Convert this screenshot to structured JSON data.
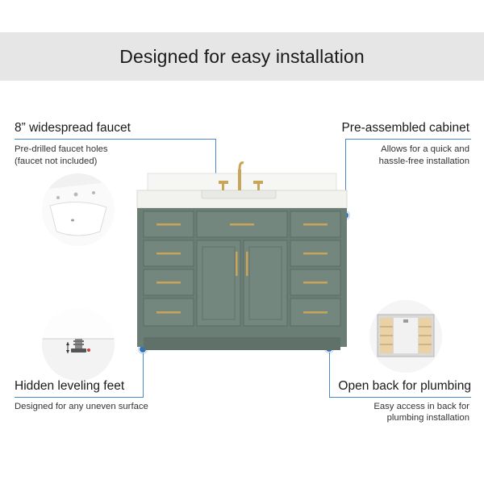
{
  "header": {
    "title": "Designed for easy installation"
  },
  "features": {
    "faucet": {
      "title": "8” widespread faucet",
      "desc_line1": "Pre-drilled faucet holes",
      "desc_line2": "(faucet not included)"
    },
    "cabinet": {
      "title": "Pre-assembled cabinet",
      "desc_line1": "Allows for  a quick and",
      "desc_line2": "hassle-free installation"
    },
    "feet": {
      "title": "Hidden leveling feet",
      "desc_line1": "Designed for any uneven surface"
    },
    "back": {
      "title": "Open back for plumbing",
      "desc_line1": "Easy access in back for",
      "desc_line2": "plumbing installation"
    }
  },
  "colors": {
    "banner": "#e6e6e6",
    "cabinet": "#6b7e75",
    "hardware": "#c9a55a",
    "callout": "#2f73c3"
  }
}
